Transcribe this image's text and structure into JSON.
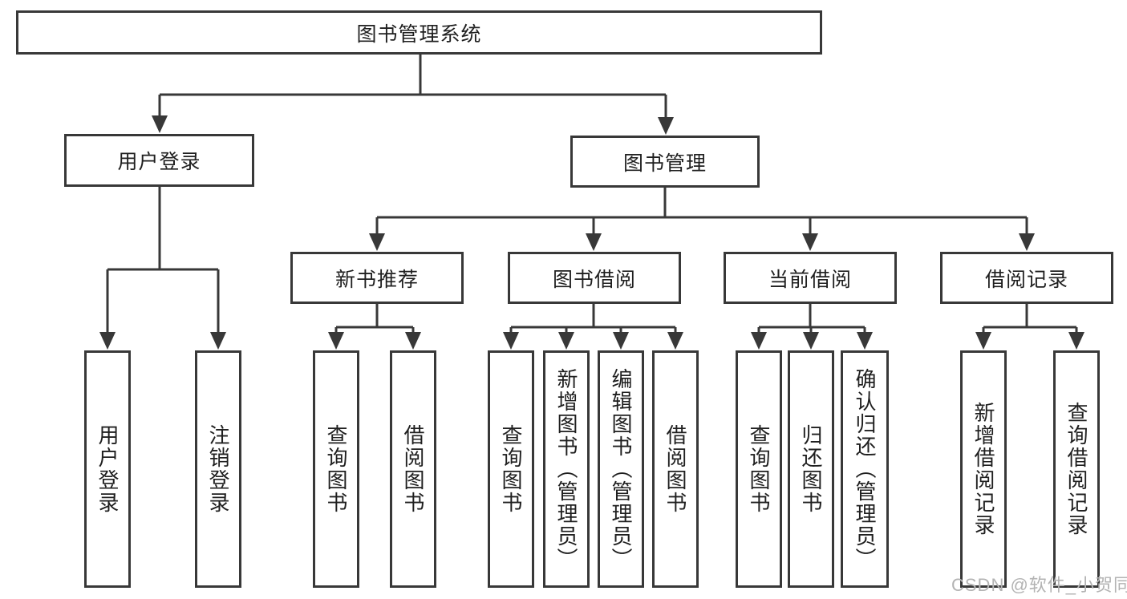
{
  "tree": {
    "root": {
      "label": "图书管理系统",
      "children": [
        {
          "label": "用户登录",
          "children": [
            {
              "label": "用户登录"
            },
            {
              "label": "注销登录"
            }
          ]
        },
        {
          "label": "图书管理",
          "children": [
            {
              "label": "新书推荐",
              "children": [
                {
                  "label": "查询图书"
                },
                {
                  "label": "借阅图书"
                }
              ]
            },
            {
              "label": "图书借阅",
              "children": [
                {
                  "label": "查询图书"
                },
                {
                  "label": "新增图书（管理员）"
                },
                {
                  "label": "编辑图书（管理员）"
                },
                {
                  "label": "借阅图书"
                }
              ]
            },
            {
              "label": "当前借阅",
              "children": [
                {
                  "label": "查询图书"
                },
                {
                  "label": "归还图书"
                },
                {
                  "label": "确认归还（管理员）"
                }
              ]
            },
            {
              "label": "借阅记录",
              "children": [
                {
                  "label": "新增借阅记录"
                },
                {
                  "label": "查询借阅记录"
                }
              ]
            }
          ]
        }
      ]
    }
  },
  "watermark": {
    "text": "CSDN @软件_小贺同学"
  },
  "colors": {
    "line": "#383838",
    "box_border": "#383838",
    "text": "#1f1f1f",
    "background": "#ffffff",
    "watermark": "#b3b3b3"
  }
}
